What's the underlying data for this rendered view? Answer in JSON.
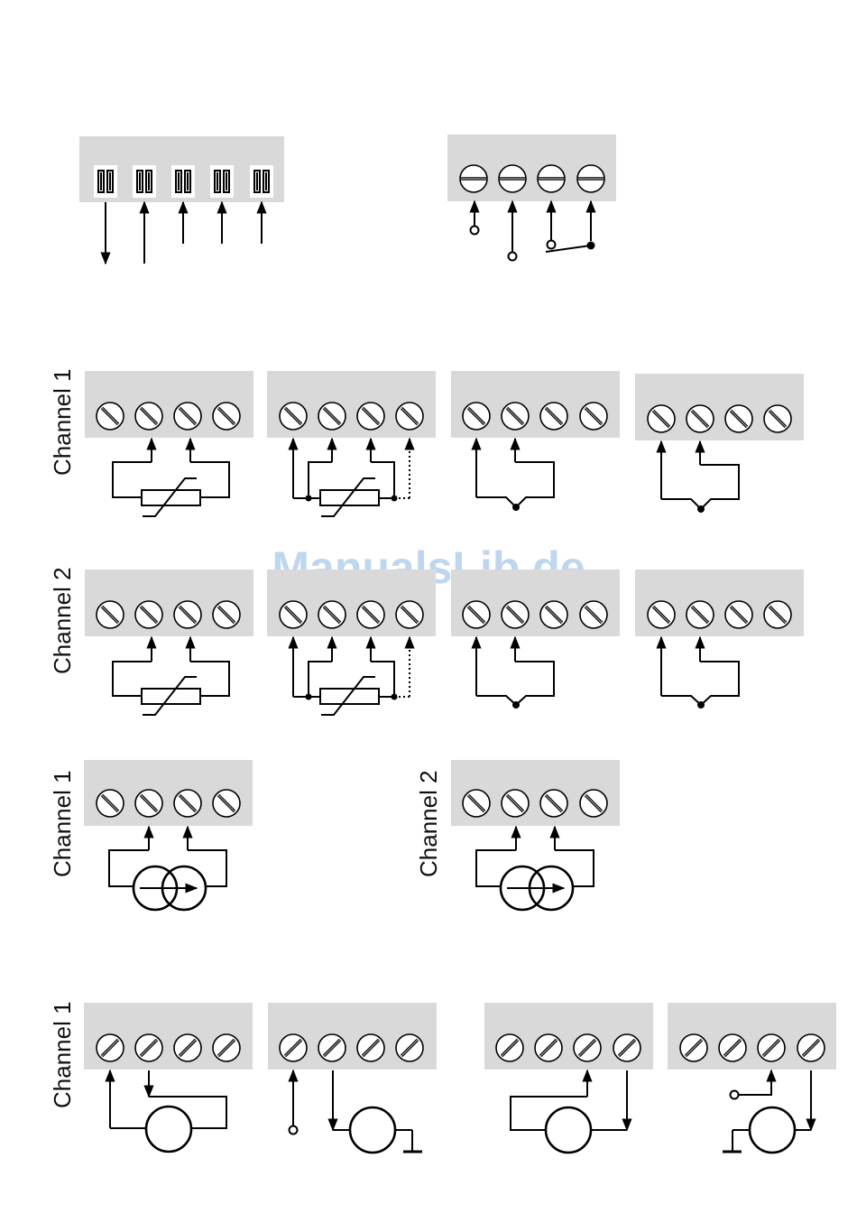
{
  "labels": {
    "channel1_a": "Channel 1",
    "channel2_a": "Channel 2",
    "channel1_b": "Channel 1",
    "channel2_b": "Channel 2",
    "channel1_c": "Channel 1"
  },
  "watermark": "ManualsLib.de",
  "colors": {
    "block": "#d9d9d9",
    "line": "#000000",
    "watermark": "#bfd6ef"
  }
}
